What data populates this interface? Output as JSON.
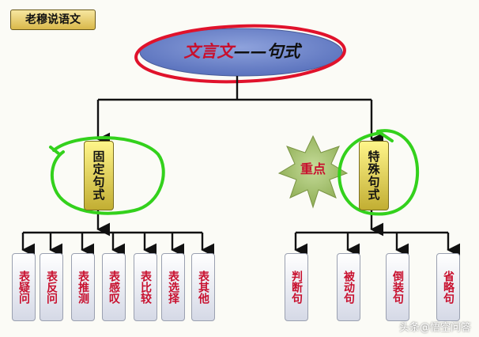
{
  "badge": "老穆说语文",
  "root": {
    "part1": "文言文",
    "part2": "——句式"
  },
  "left": {
    "label": "固定句式",
    "leaves": [
      "表疑问",
      "表反问",
      "表推测",
      "表感叹",
      "表比较",
      "表选择",
      "表其他"
    ]
  },
  "right": {
    "label": "特殊句式",
    "leaves": [
      "判断句",
      "被动句",
      "倒装句",
      "省略句"
    ]
  },
  "star": "重点",
  "watermark": "头条@悟空问答",
  "colors": {
    "accent_red": "#c8102e",
    "ellipse_blue": "#6f86c8",
    "highlight_green": "#2ecc20",
    "node_yellow": "#f2e35a"
  }
}
